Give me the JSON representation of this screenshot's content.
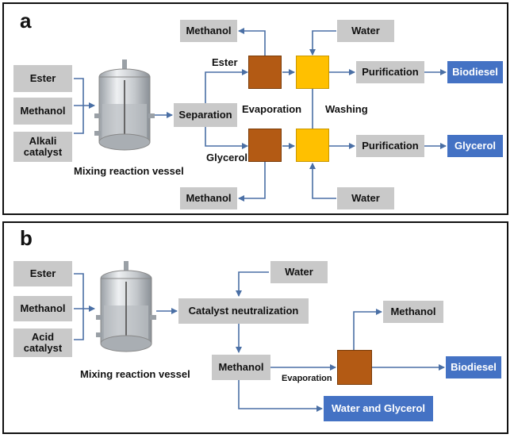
{
  "panel_a": {
    "letter": "a",
    "inputs": [
      "Ester",
      "Methanol",
      "Alkali\ncatalyst"
    ],
    "vessel_caption": "Mixing reaction vessel",
    "separation": "Separation",
    "ester_label": "Ester",
    "glycerol_label": "Glycerol",
    "evaporation_label": "Evaporation",
    "washing_label": "Washing",
    "methanol_top": "Methanol",
    "methanol_bottom": "Methanol",
    "water_top": "Water",
    "water_bottom": "Water",
    "purification_top": "Purification",
    "purification_bottom": "Purification",
    "product_top": "Biodiesel",
    "product_bottom": "Glycerol"
  },
  "panel_b": {
    "letter": "b",
    "inputs": [
      "Ester",
      "Methanol",
      "Acid\ncatalyst"
    ],
    "vessel_caption": "Mixing reaction vessel",
    "water": "Water",
    "neutralization": "Catalyst neutralization",
    "methanol_mid": "Methanol",
    "evaporation_label": "Evaporation",
    "methanol_out": "Methanol",
    "product_biodiesel": "Biodiesel",
    "product_water_glycerol": "Water and Glycerol"
  },
  "colors": {
    "gray_box": "#c9c9c9",
    "blue_box": "#4472c4",
    "evaporator": "#b35a14",
    "washer": "#ffc000",
    "arrow": "#4a6fa5"
  }
}
